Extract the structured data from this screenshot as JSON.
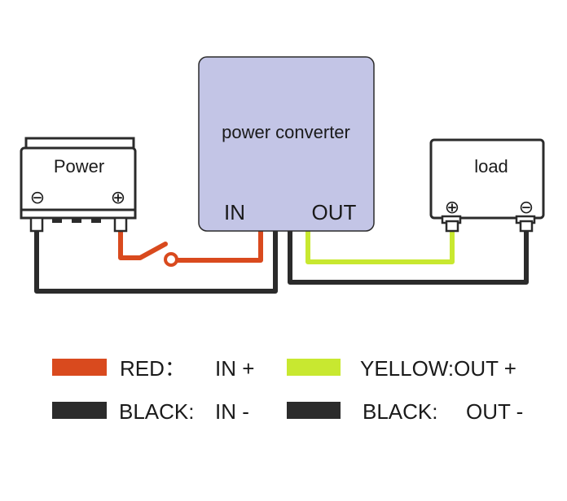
{
  "converter": {
    "title": "power converter",
    "in_label": "IN",
    "out_label": "OUT"
  },
  "power": {
    "title": "Power",
    "neg_symbol": "⊖",
    "pos_symbol": "⊕"
  },
  "load": {
    "title": "load",
    "pos_symbol": "⊕",
    "neg_symbol": "⊖"
  },
  "colors": {
    "red": "#d94a1e",
    "yellow": "#c8e830",
    "black": "#2b2b2b",
    "converter_fill": "#c3c5e6"
  },
  "legend": [
    {
      "color": "red",
      "name": "RED：",
      "meaning": "IN +"
    },
    {
      "color": "yellow",
      "name": "YELLOW:OUT +",
      "meaning": ""
    },
    {
      "color": "black",
      "name": "BLACK:",
      "meaning": "IN -"
    },
    {
      "color": "black",
      "name": "BLACK:",
      "meaning": "OUT -"
    }
  ]
}
